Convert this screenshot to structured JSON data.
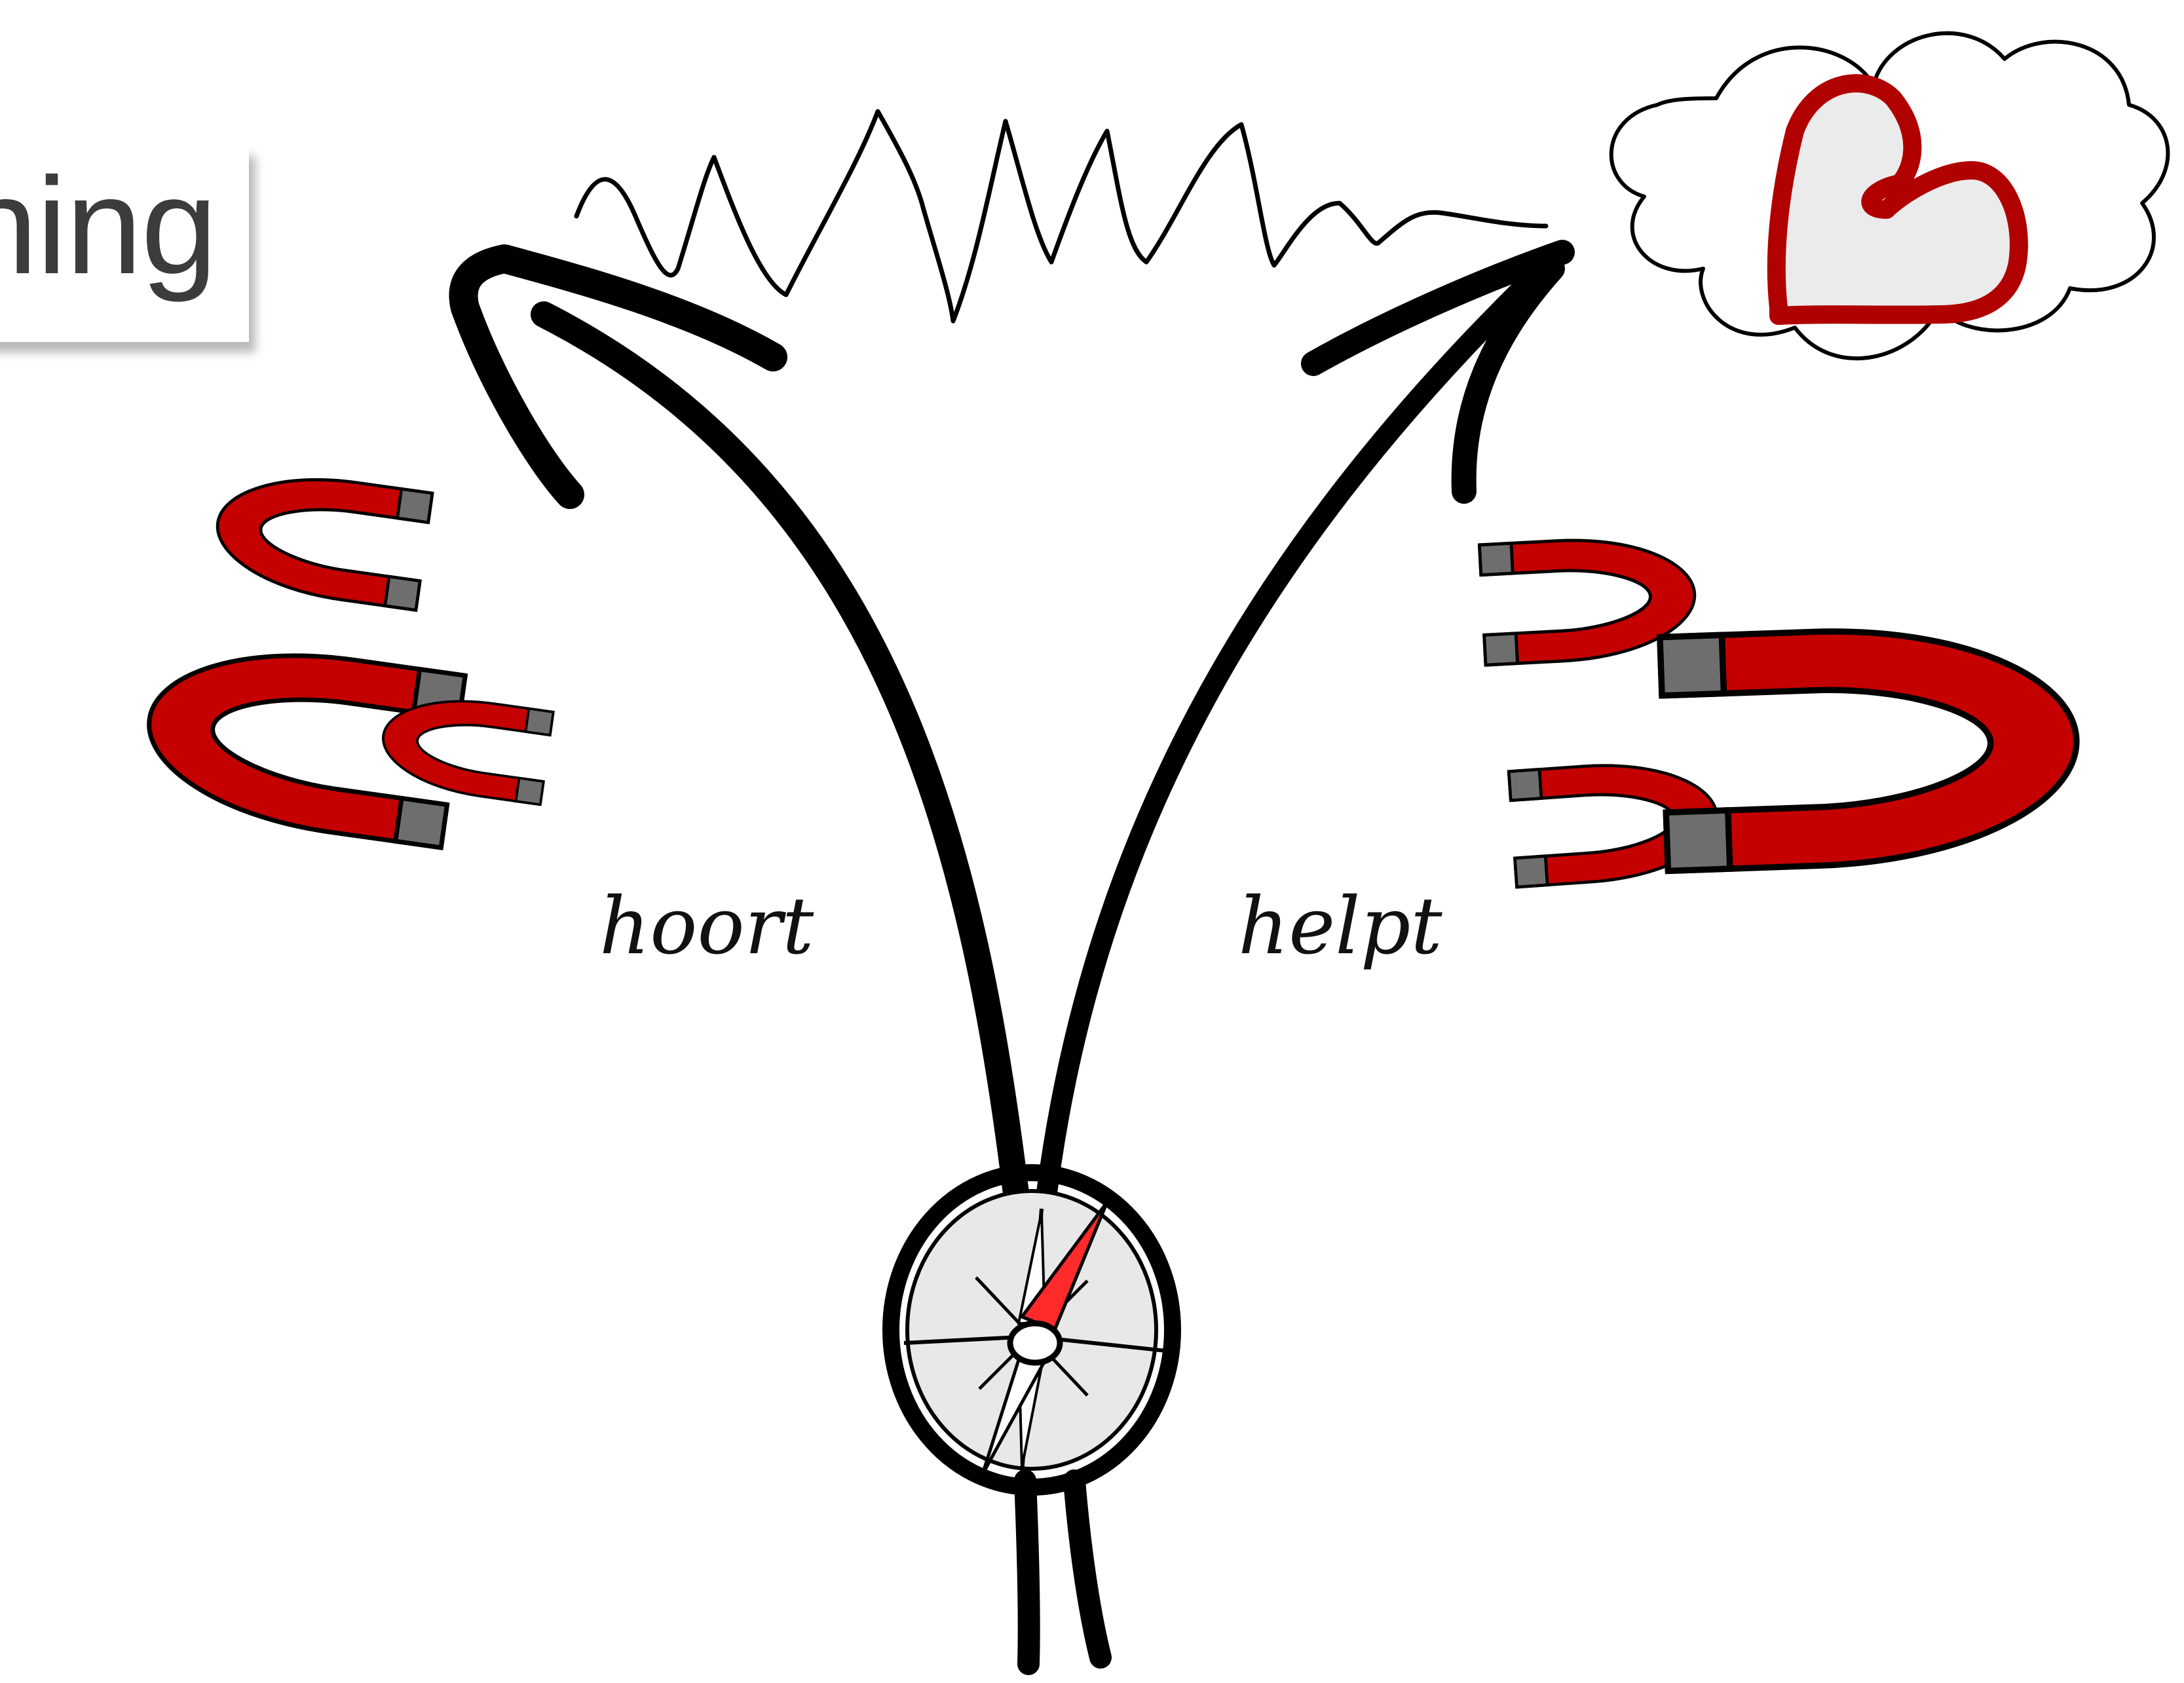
{
  "title": "ning",
  "labels": {
    "left_path": "hoort",
    "right_path": "helpt"
  },
  "colors": {
    "magnet_red": "#c40000",
    "magnet_pole": "#6e6e6e",
    "needle_red": "#ff2a2a",
    "heart_red": "#b00000",
    "compass_face": "#e8e8e8",
    "ink": "#000000"
  },
  "icons": {
    "compass": "compass-icon",
    "heart": "heart-icon",
    "cloud": "thought-cloud-icon",
    "magnet": "horseshoe-magnet-icon"
  }
}
